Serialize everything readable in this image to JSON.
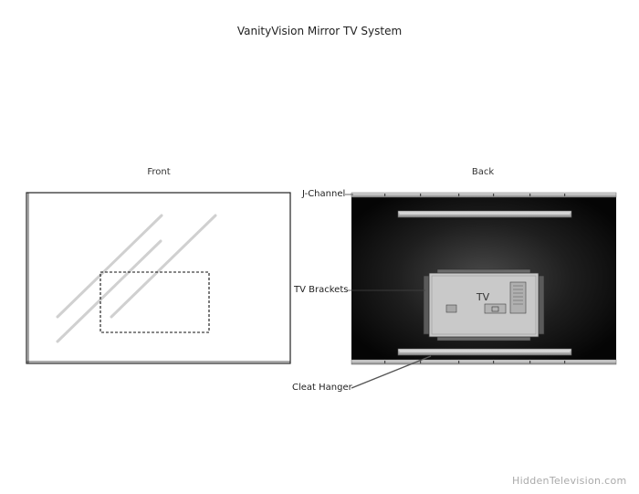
{
  "header": {
    "title": "VanityVision Mirror TV System"
  },
  "front": {
    "label": "Front"
  },
  "back": {
    "label": "Back",
    "tv_label": "TV",
    "callouts": {
      "j_channel": "J-Channel",
      "tv_brackets": "TV Brackets",
      "cleat_hanger": "Cleat Hanger"
    }
  },
  "footer": {
    "watermark": "HiddenTelevision.com"
  }
}
